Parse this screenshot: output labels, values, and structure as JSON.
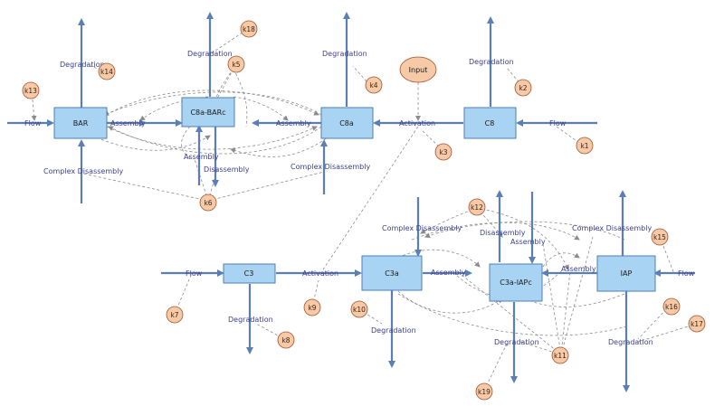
{
  "species": {
    "bar": "BAR",
    "c8a_barc": "C8a-BARc",
    "c8a": "C8a",
    "c8": "C8",
    "c3": "C3",
    "c3a": "C3a",
    "c3a_iapc": "C3a-IAPc",
    "iap": "IAP",
    "input": "Input"
  },
  "reactions": {
    "flow": "Flow",
    "degradation": "Degradation",
    "assembly": "Assembly",
    "disassembly": "Disassembly",
    "complex_disassembly": "Complex Disassembly",
    "activation": "Activation"
  },
  "parameters": [
    "k1",
    "k2",
    "k3",
    "k4",
    "k5",
    "k6",
    "k7",
    "k8",
    "k9",
    "k10",
    "k11",
    "k12",
    "k13",
    "k14",
    "k15",
    "k16",
    "k17",
    "k18",
    "k19"
  ],
  "colors": {
    "species_fill": "#a9d3f2",
    "parameter_fill": "#f6c9a7",
    "flow_arrow": "#5b7fb5",
    "modifier_link": "#8c8c8c",
    "label_text": "#3c3f8c"
  }
}
